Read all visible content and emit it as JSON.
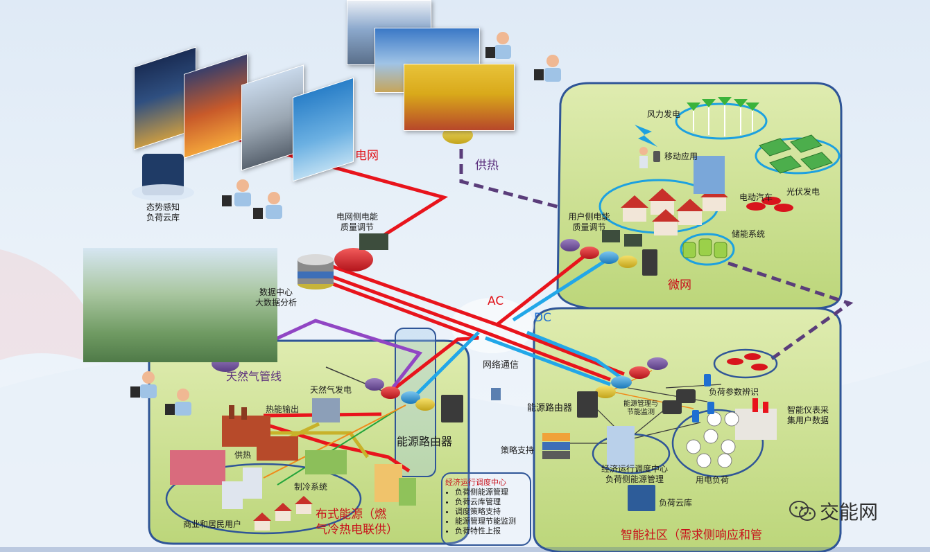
{
  "labels": {
    "grid": "电网",
    "heating_line": "供热",
    "situation_cloud": "态势感知\n负荷云库",
    "grid_quality": "电网侧电能\n质量调节",
    "data_center": "数据中心\n大数据分析",
    "ac": "AC",
    "dc": "DC",
    "gas_pipeline": "天然气管线",
    "network_comm": "网络通信",
    "wind": "风力发电",
    "mobile": "移动应用",
    "ev": "电动汽车",
    "pv": "光伏发电",
    "user_quality": "用户侧电能\n质量调节",
    "storage": "储能系统",
    "microgrid": "微网",
    "gas_gen": "天然气发电",
    "heat_output": "热能输出",
    "heat_supply": "供热",
    "energy_router_left": "能源路由器",
    "cooling": "制冷系统",
    "residential": "商业和居民用户",
    "distributed": "布式能源（燃\n气冷热电联供）",
    "energy_router_right": "能源路由器",
    "energy_mgmt": "能源管理与\n节能监测",
    "load_param": "负荷参数辨识",
    "smart_meter": "智能仪表采\n集用户数据",
    "strategy": "策略支持",
    "dispatch_center": "经济运行调度中心\n负荷侧能源管理",
    "load_cloud": "负荷云库",
    "power_load": "用电负荷",
    "smart_community": "智能社区（需求侧响应和管"
  },
  "policy_box": {
    "title": "经济运行调度中心",
    "items": [
      "负荷侧能源管理",
      "负荷云库管理",
      "调度策略支持",
      "能源管理节能监测",
      "负荷特性上报"
    ]
  },
  "watermark": "交能网",
  "colors": {
    "power_line": "#e8141c",
    "dc_line": "#22a7e8",
    "gas_line": "#9146c4",
    "heat_dash": "#5a3d7a",
    "zone_green": "#c9df8a",
    "zone_border": "#2f5597"
  }
}
